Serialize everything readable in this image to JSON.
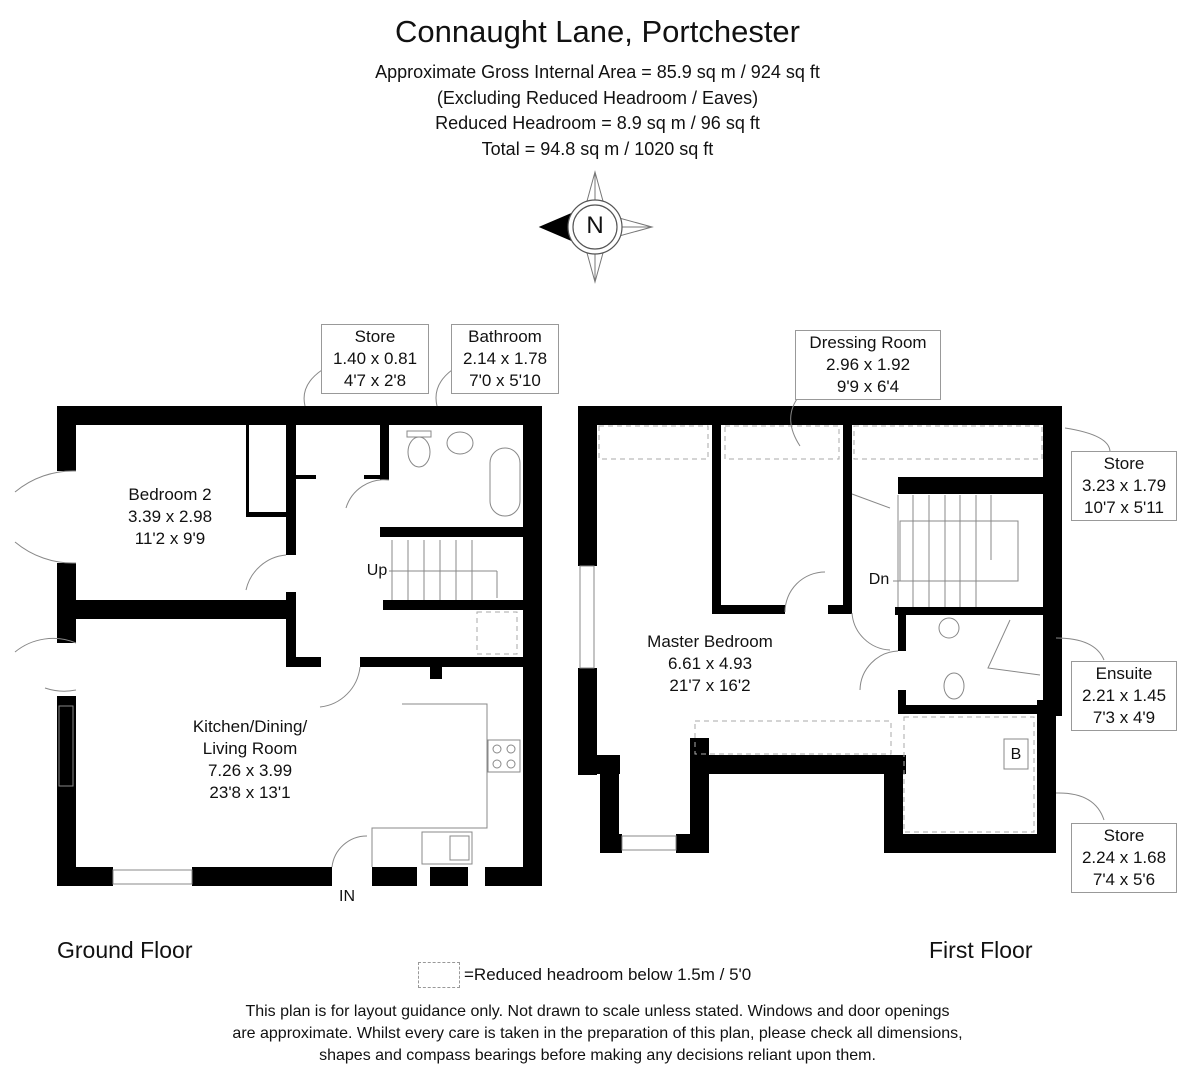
{
  "header": {
    "title": "Connaught Lane, Portchester",
    "gross_area": "Approximate Gross Internal Area = 85.9 sq m / 924 sq ft",
    "excluding": "(Excluding Reduced Headroom / Eaves)",
    "reduced_headroom": "Reduced Headroom = 8.9 sq m / 96 sq ft",
    "total": "Total = 94.8 sq m / 1020 sq ft"
  },
  "compass": {
    "label": "N"
  },
  "ground_floor": {
    "label": "Ground Floor",
    "rooms": {
      "bedroom2": {
        "name": "Bedroom 2",
        "metric": "3.39 x 2.98",
        "imperial": "11'2 x 9'9"
      },
      "kitchen": {
        "name_line1": "Kitchen/Dining/",
        "name_line2": "Living Room",
        "metric": "7.26 x 3.99",
        "imperial": "23'8 x 13'1"
      },
      "store": {
        "name": "Store",
        "metric": "1.40 x 0.81",
        "imperial": "4'7 x 2'8"
      },
      "bathroom": {
        "name": "Bathroom",
        "metric": "2.14 x 1.78",
        "imperial": "7'0 x 5'10"
      }
    },
    "stairs_label": "Up",
    "entrance_label": "IN"
  },
  "first_floor": {
    "label": "First Floor",
    "rooms": {
      "master": {
        "name": "Master Bedroom",
        "metric": "6.61 x 4.93",
        "imperial": "21'7 x 16'2"
      },
      "dressing": {
        "name": "Dressing Room",
        "metric": "2.96 x 1.92",
        "imperial": "9'9 x 6'4"
      },
      "store_upper": {
        "name": "Store",
        "metric": "3.23 x 1.79",
        "imperial": "10'7 x 5'11"
      },
      "ensuite": {
        "name": "Ensuite",
        "metric": "2.21 x 1.45",
        "imperial": "7'3 x 4'9"
      },
      "store_lower": {
        "name": "Store",
        "metric": "2.24 x 1.68",
        "imperial": "7'4 x 5'6"
      }
    },
    "stairs_label": "Dn",
    "boiler_label": "B"
  },
  "legend": {
    "text": "=Reduced headroom below 1.5m / 5'0"
  },
  "disclaimer": {
    "line1": "This plan is for layout guidance only. Not drawn to scale unless stated. Windows and door openings",
    "line2": "are approximate. Whilst every care is taken in the preparation of this plan, please check all dimensions,",
    "line3": "shapes and compass bearings before making any decisions reliant upon them."
  },
  "colors": {
    "wall": "#000000",
    "line": "#888888",
    "dashed": "#aaaaaa",
    "text": "#111111"
  }
}
